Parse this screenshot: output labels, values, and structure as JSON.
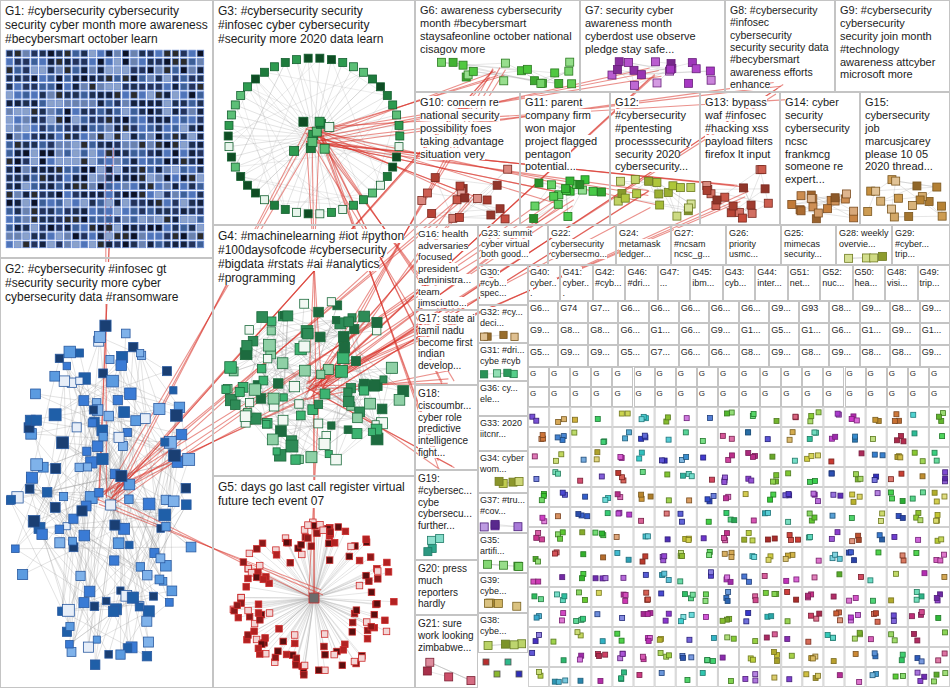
{
  "diagram": {
    "nodes": [
      {
        "text": [
          "G1: #cybersecurity cybersecurity security cyber month more awareness #becybersmart october learn"
        ]
      },
      {
        "text": [
          "G2: #cybersecurity #infosec gt #security security more cyber cybersecurity data #ransomware"
        ]
      },
      {
        "text": [
          "G3: #cybersecurity security #infosec cyber cybersecurity #security more 2020 data learn"
        ]
      },
      {
        "text": [
          "G4: #machinelearning #iot #python #100daysofcode #cybersecurity #bigdata #rstats #ai #analytics #programming"
        ]
      },
      {
        "text": [
          "G5: days go last call register virtual future tech event 07"
        ]
      },
      {
        "text": [
          "G6: awareness cybersecurity month #becybersmart staysafeonline october national cisagov more"
        ]
      },
      {
        "text": [
          "G7: security cyber awareness month cyberdost use observe pledge stay safe..."
        ]
      },
      {
        "text": [
          "G8: #cybersecurity #infosec cybersecurity security security data #becybersmart awareness efforts enhance"
        ]
      },
      {
        "text": [
          "G9: #cybersecurity cybersecurity security join month #technology awareness attcyber microsoft more"
        ]
      },
      {
        "text": [
          "G10: concern re national security possibility foes taking advantage situation very"
        ]
      },
      {
        "text": [
          "G11: parent company firm won major project flagged pentagon potential..."
        ]
      },
      {
        "text": [
          "G12: #cybersecurity #pentesting processsecurity security 2020 cybersecurity..."
        ]
      },
      {
        "text": [
          "G13: bypass waf #infosec #hacking xss payload filters firefox lt input"
        ]
      },
      {
        "text": [
          "G14: cyber security cybersecurity ncsc frankmcg someone re expert..."
        ]
      },
      {
        "text": [
          "G15: cybersecurity job marcusjcarey please 10 05 2020 thread..."
        ]
      },
      {
        "text": [
          "G16: health adversaries focused president administra... team jimsciutto..."
        ]
      },
      {
        "text": [
          "G17: state ai tamil nadu become first indian develop..."
        ]
      },
      {
        "text": [
          "G18: ciscoumbr... cyber role predictive intelligence fight..."
        ]
      },
      {
        "text": [
          "G19: #cybersec... cybe cybersecu... further..."
        ]
      },
      {
        "text": [
          "G20: press much reporters hardly"
        ]
      },
      {
        "text": [
          "G21: sure work looking zimbabwe..."
        ]
      },
      {
        "text": [
          "G23: summit cyber virtual both good..."
        ]
      },
      {
        "text": [
          "G22: cybersecurity cybersecmo..."
        ]
      },
      {
        "text": [
          "G24: metamask ledger..."
        ]
      },
      {
        "text": [
          "G27: #ncsam ncsc_g..."
        ]
      },
      {
        "text": [
          "G26: priority usmc..."
        ]
      },
      {
        "text": [
          "G25: mimecas security..."
        ]
      },
      {
        "text": [
          "G28: weekly overvie..."
        ]
      },
      {
        "text": [
          "G29: #cyber... trip..."
        ]
      },
      {
        "text": [
          "G30: #cyb... spec..."
        ]
      },
      {
        "text": [
          "G32: #cy... deci..."
        ]
      },
      {
        "text": [
          "G31: #dri... cybe #cyb"
        ]
      },
      {
        "text": [
          "G36: cy... ele..."
        ]
      },
      {
        "text": [
          "G33: 2020 iitcnr..."
        ]
      },
      {
        "text": [
          "G34: cyber wom..."
        ]
      },
      {
        "text": [
          "G37: #tru... #cov..."
        ]
      },
      {
        "text": [
          "G35: artifi..."
        ]
      },
      {
        "text": [
          "G39: cybe..."
        ]
      },
      {
        "text": [
          "G38: cybe..."
        ]
      },
      {
        "text": [
          "G40: cyber..."
        ]
      },
      {
        "text": [
          "G41: cyber..."
        ]
      },
      {
        "text": [
          "G42: #cyb..."
        ]
      },
      {
        "text": [
          "G46: #dri..."
        ]
      },
      {
        "text": [
          "G47: ..."
        ]
      },
      {
        "text": [
          "G45: ibm..."
        ]
      },
      {
        "text": [
          "G43: cyb..."
        ]
      },
      {
        "text": [
          "G44: inter..."
        ]
      },
      {
        "text": [
          "G51: net..."
        ]
      },
      {
        "text": [
          "G52: nuc..."
        ]
      },
      {
        "text": [
          "G50: hea..."
        ]
      },
      {
        "text": [
          "G48: visi..."
        ]
      },
      {
        "text": [
          "G49: trip..."
        ]
      },
      {
        "text": [
          "G6..."
        ]
      },
      {
        "text": [
          "G74"
        ]
      },
      {
        "text": [
          "G7..."
        ]
      },
      {
        "text": [
          "G6..."
        ]
      },
      {
        "text": [
          "G6..."
        ]
      },
      {
        "text": [
          "G6..."
        ]
      },
      {
        "text": [
          "G6..."
        ]
      },
      {
        "text": [
          "G6..."
        ]
      },
      {
        "text": [
          "G9..."
        ]
      },
      {
        "text": [
          "G93"
        ]
      },
      {
        "text": [
          "G8..."
        ]
      },
      {
        "text": [
          "G9..."
        ]
      },
      {
        "text": [
          "G8..."
        ]
      },
      {
        "text": [
          "G9..."
        ]
      },
      {
        "text": [
          "G9..."
        ]
      },
      {
        "text": [
          "G8..."
        ]
      },
      {
        "text": [
          "G8..."
        ]
      },
      {
        "text": [
          "G6..."
        ]
      },
      {
        "text": [
          "G1..."
        ]
      },
      {
        "text": [
          "G6..."
        ]
      },
      {
        "text": [
          "G9..."
        ]
      },
      {
        "text": [
          "G1..."
        ]
      },
      {
        "text": [
          "G5..."
        ]
      },
      {
        "text": [
          "G1..."
        ]
      },
      {
        "text": [
          "G6..."
        ]
      },
      {
        "text": [
          "G1..."
        ]
      },
      {
        "text": [
          "G9..."
        ]
      },
      {
        "text": [
          "G1..."
        ]
      },
      {
        "text": [
          "G5..."
        ]
      },
      {
        "text": [
          "G9..."
        ]
      },
      {
        "text": [
          "G9..."
        ]
      },
      {
        "text": [
          "G5..."
        ]
      },
      {
        "text": [
          "G7..."
        ]
      },
      {
        "text": [
          "G6..."
        ]
      },
      {
        "text": [
          "G6..."
        ]
      },
      {
        "text": [
          "G8..."
        ]
      },
      {
        "text": [
          "G9..."
        ]
      },
      {
        "text": [
          "G8..."
        ]
      },
      {
        "text": [
          "G9..."
        ]
      },
      {
        "text": [
          "G8..."
        ]
      },
      {
        "text": [
          "G8..."
        ]
      },
      {
        "text": [
          "G9..."
        ]
      },
      {
        "text": [
          "G"
        ]
      },
      {
        "text": [
          "G"
        ]
      },
      {
        "text": [
          "G"
        ]
      },
      {
        "text": [
          "G"
        ]
      },
      {
        "text": [
          "G"
        ]
      },
      {
        "text": [
          "G"
        ]
      },
      {
        "text": [
          "G"
        ]
      },
      {
        "text": [
          "G"
        ]
      },
      {
        "text": [
          "G"
        ]
      },
      {
        "text": [
          "G"
        ]
      },
      {
        "text": [
          "G"
        ]
      },
      {
        "text": [
          "G"
        ]
      },
      {
        "text": [
          "G"
        ]
      },
      {
        "text": [
          "G"
        ]
      },
      {
        "text": [
          "G"
        ]
      },
      {
        "text": [
          "G"
        ]
      },
      {
        "text": [
          "G"
        ]
      },
      {
        "text": [
          "G"
        ]
      },
      {
        "text": [
          "G"
        ]
      },
      {
        "text": [
          "G"
        ]
      },
      {
        "text": [
          "G"
        ]
      },
      {
        "text": [
          "G"
        ]
      },
      {
        "text": [
          "G"
        ]
      },
      {
        "text": [
          "G"
        ]
      },
      {
        "text": [
          "G"
        ]
      },
      {
        "text": [
          "G"
        ]
      },
      {
        "text": [
          "G"
        ]
      },
      {
        "text": [
          "G"
        ]
      },
      {
        "text": [
          "G"
        ]
      },
      {
        "text": [
          "G"
        ]
      },
      {
        "text": [
          "G"
        ]
      },
      {
        "text": [
          "G"
        ]
      },
      {
        "text": [
          "G"
        ]
      },
      {
        "text": [
          "G"
        ]
      },
      {
        "text": [
          "G"
        ]
      },
      {
        "text": [
          "G"
        ]
      },
      {
        "text": [
          "G"
        ]
      },
      {
        "text": [
          "G"
        ]
      },
      {
        "text": [
          "G"
        ]
      },
      {
        "text": [
          "G"
        ]
      }
    ]
  }
}
